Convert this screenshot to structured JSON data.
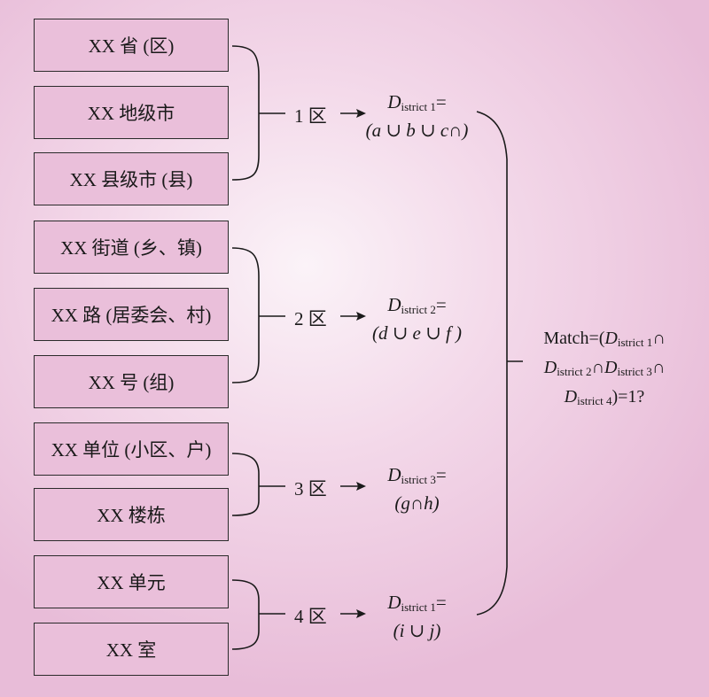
{
  "boxes": [
    "XX 省 (区)",
    "XX 地级市",
    "XX 县级市 (县)",
    "XX 街道 (乡、镇)",
    "XX 路 (居委会、村)",
    "XX 号 (组)",
    "XX 单位 (小区、户)",
    "XX 楼栋",
    "XX 单元",
    "XX 室"
  ],
  "districts": [
    {
      "label": "1 区",
      "formula": {
        "d": "D",
        "sub": "istrict 1",
        "eq": "=",
        "expr": "(a ∪ b ∪ c∩)"
      }
    },
    {
      "label": "2 区",
      "formula": {
        "d": "D",
        "sub": "istrict 2",
        "eq": "=",
        "expr": "(d ∪ e ∪ f )"
      }
    },
    {
      "label": "3 区",
      "formula": {
        "d": "D",
        "sub": "istrict 3",
        "eq": "=",
        "expr": "(g∩h)"
      }
    },
    {
      "label": "4 区",
      "formula": {
        "d": "D",
        "sub": "istrict 1",
        "eq": "=",
        "expr": "(i ∪ j)"
      }
    }
  ],
  "match": {
    "line1": "Match=(",
    "d1": "D",
    "s1": "istrict 1",
    "c1": "∩",
    "d2": "D",
    "s2": "istrict 2",
    "c2": "∩",
    "d3": "D",
    "s3": "istrict 3",
    "c3": "∩",
    "d4": "D",
    "s4": "istrict 4",
    "end": ")=1?"
  }
}
